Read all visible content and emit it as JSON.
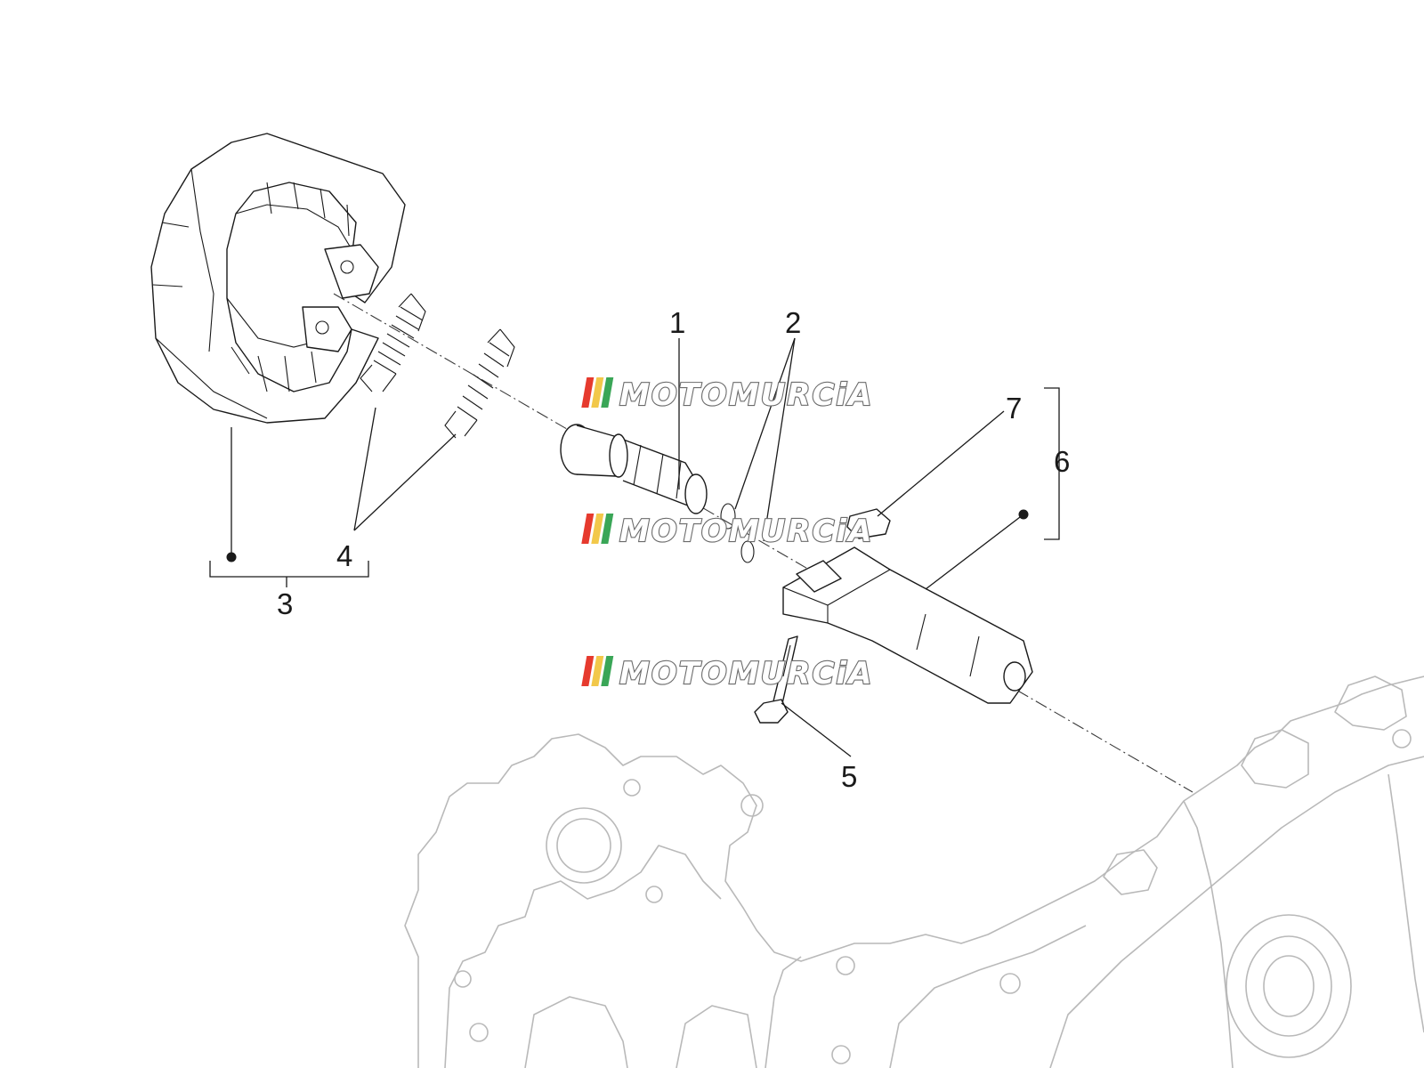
{
  "diagram": {
    "callouts": [
      {
        "id": "1",
        "text": "1"
      },
      {
        "id": "2",
        "text": "2"
      },
      {
        "id": "3",
        "text": "3"
      },
      {
        "id": "4",
        "text": "4"
      },
      {
        "id": "5",
        "text": "5"
      },
      {
        "id": "6",
        "text": "6"
      },
      {
        "id": "7",
        "text": "7"
      }
    ],
    "watermark": {
      "text": "MOTOMURCiA",
      "stripe_colors": [
        "#e63a2e",
        "#f2c84a",
        "#3aa657"
      ]
    }
  }
}
